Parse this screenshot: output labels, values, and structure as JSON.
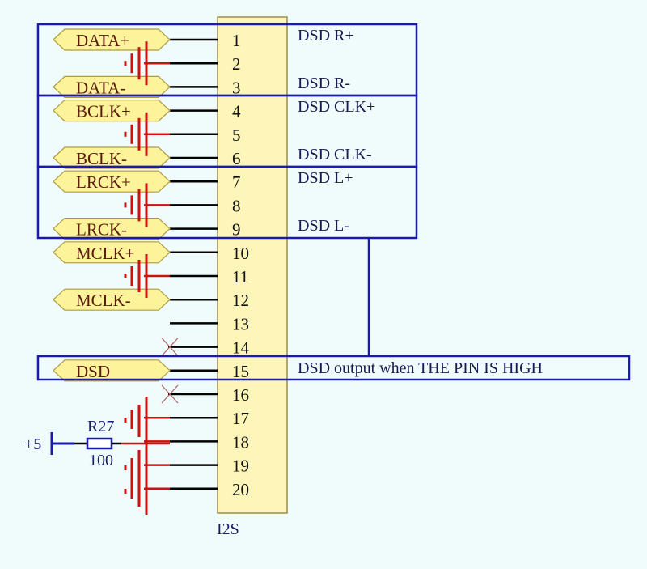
{
  "component": {
    "designator": "I2S",
    "pins": [
      "1",
      "2",
      "3",
      "4",
      "5",
      "6",
      "7",
      "8",
      "9",
      "10",
      "11",
      "12",
      "13",
      "14",
      "15",
      "16",
      "17",
      "18",
      "19",
      "20"
    ]
  },
  "ports": [
    {
      "label": "DATA+",
      "pin": 1
    },
    {
      "label": "DATA-",
      "pin": 3
    },
    {
      "label": "BCLK+",
      "pin": 4
    },
    {
      "label": "BCLK-",
      "pin": 6
    },
    {
      "label": "LRCK+",
      "pin": 7
    },
    {
      "label": "LRCK-",
      "pin": 9
    },
    {
      "label": "MCLK+",
      "pin": 10
    },
    {
      "label": "MCLK-",
      "pin": 12
    },
    {
      "label": "DSD",
      "pin": 15
    }
  ],
  "ground_pins": [
    2,
    5,
    8,
    11,
    17,
    19,
    20
  ],
  "no_connect_pins": [
    14,
    16
  ],
  "open_pins": [
    13
  ],
  "notes": {
    "dsd_r_plus": "DSD R+",
    "dsd_r_minus": "DSD R-",
    "dsd_clk_plus": "DSD CLK+",
    "dsd_clk_minus": "DSD CLK-",
    "dsd_l_plus": "DSD L+",
    "dsd_l_minus": "DSD L-",
    "dsd_output": "DSD output when THE PIN IS HIGH"
  },
  "resistor": {
    "designator": "R27",
    "value": "100",
    "pin": 18
  },
  "power": {
    "label": "+5"
  },
  "colors": {
    "background": "#f0fcfc",
    "component_fill": "#fdf6b8",
    "port_fill": "#fdf39a",
    "wire": "#000000",
    "ground": "#cc1111",
    "frame": "#1a1ab0"
  }
}
